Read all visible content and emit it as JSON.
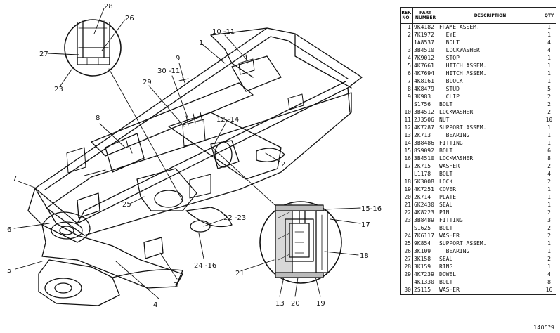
{
  "callouts": {
    "c28": "28",
    "c26": "26",
    "c27": "27",
    "c23": "23",
    "c10_11": "10 -11",
    "c1": "1",
    "c9": "9",
    "c30_11": "30 -11",
    "c29": "29",
    "c8": "8",
    "c12_14": "12 -14",
    "c2": "2",
    "c7": "7",
    "c6": "6",
    "c25": "25",
    "c22_23": "22 -23",
    "c15_16": "15-16",
    "c17": "17",
    "c5": "5",
    "c24_16": "24 -16",
    "c3": "3",
    "c4": "4",
    "c18": "18",
    "c21": "21",
    "c13": "13",
    "c20": "20",
    "c19": "19"
  },
  "table": {
    "headers": {
      "ref": "REF. NO.",
      "part": "PART NUMBER",
      "desc": "DESCRIPTION",
      "qty": "QTY"
    },
    "rows": [
      {
        "ref": "1",
        "part": "9K4182",
        "desc": "FRAME ASSEM.",
        "qty": "1"
      },
      {
        "ref": "2",
        "part": "7K1972",
        "desc": "  EYE",
        "qty": "1"
      },
      {
        "ref": "",
        "part": "1A8537",
        "desc": "  BOLT",
        "qty": "4"
      },
      {
        "ref": "3",
        "part": "3B4510",
        "desc": "  LOCKWASHER",
        "qty": "4"
      },
      {
        "ref": "4",
        "part": "7K9012",
        "desc": "  STOP",
        "qty": "1"
      },
      {
        "ref": "5",
        "part": "4K7661",
        "desc": "  HITCH ASSEM.",
        "qty": "1"
      },
      {
        "ref": "6",
        "part": "4K7694",
        "desc": "  HITCH ASSEM.",
        "qty": "1"
      },
      {
        "ref": "7",
        "part": "4K8161",
        "desc": "  BLOCK",
        "qty": "1"
      },
      {
        "ref": "8",
        "part": "4K8479",
        "desc": "  STUD",
        "qty": "5"
      },
      {
        "ref": "9",
        "part": "3K983",
        "desc": "  CLIP",
        "qty": "2"
      },
      {
        "ref": "",
        "part": "S1756",
        "desc": "BOLT",
        "qty": "2"
      },
      {
        "ref": "10",
        "part": "3B4512",
        "desc": "LOCKWASHER",
        "qty": "2"
      },
      {
        "ref": "11",
        "part": "2J3506",
        "desc": "NUT",
        "qty": "10"
      },
      {
        "ref": "12",
        "part": "4K7287",
        "desc": "SUPPORT ASSEM.",
        "qty": "1"
      },
      {
        "ref": "13",
        "part": "2K713",
        "desc": "  BEARING",
        "qty": "1"
      },
      {
        "ref": "14",
        "part": "3B8486",
        "desc": "FITTING",
        "qty": "1"
      },
      {
        "ref": "15",
        "part": "8S9092",
        "desc": "BOLT",
        "qty": "6"
      },
      {
        "ref": "16",
        "part": "3B4510",
        "desc": "LOCKWASHER",
        "qty": "8"
      },
      {
        "ref": "17",
        "part": "2K715",
        "desc": "WASHER",
        "qty": "2"
      },
      {
        "ref": "",
        "part": "L1178",
        "desc": "BOLT",
        "qty": "4"
      },
      {
        "ref": "18",
        "part": "5K3008",
        "desc": "LOCK",
        "qty": "2"
      },
      {
        "ref": "19",
        "part": "4K7251",
        "desc": "COVER",
        "qty": "1"
      },
      {
        "ref": "20",
        "part": "2K714",
        "desc": "PLATE",
        "qty": "1"
      },
      {
        "ref": "21",
        "part": "6K2430",
        "desc": "SEAL",
        "qty": "1"
      },
      {
        "ref": "22",
        "part": "4K8223",
        "desc": "PIN",
        "qty": "2"
      },
      {
        "ref": "23",
        "part": "3B8489",
        "desc": "FITTING",
        "qty": "3"
      },
      {
        "ref": "",
        "part": "S1625",
        "desc": "BOLT",
        "qty": "2"
      },
      {
        "ref": "24",
        "part": "7K6117",
        "desc": "WASHER",
        "qty": "2"
      },
      {
        "ref": "25",
        "part": "9K854",
        "desc": "SUPPORT ASSEM.",
        "qty": "1"
      },
      {
        "ref": "26",
        "part": "3K109",
        "desc": "  BEARING",
        "qty": "1"
      },
      {
        "ref": "27",
        "part": "3K158",
        "desc": "SEAL",
        "qty": "2"
      },
      {
        "ref": "28",
        "part": "3K159",
        "desc": "RING",
        "qty": "1"
      },
      {
        "ref": "29",
        "part": "4K7239",
        "desc": "DOWEL",
        "qty": "4"
      },
      {
        "ref": "",
        "part": "4K1330",
        "desc": "BOLT",
        "qty": "8"
      },
      {
        "ref": "30",
        "part": "2S115",
        "desc": "WASHER",
        "qty": "16"
      }
    ]
  },
  "drawing_number": "1405?9"
}
